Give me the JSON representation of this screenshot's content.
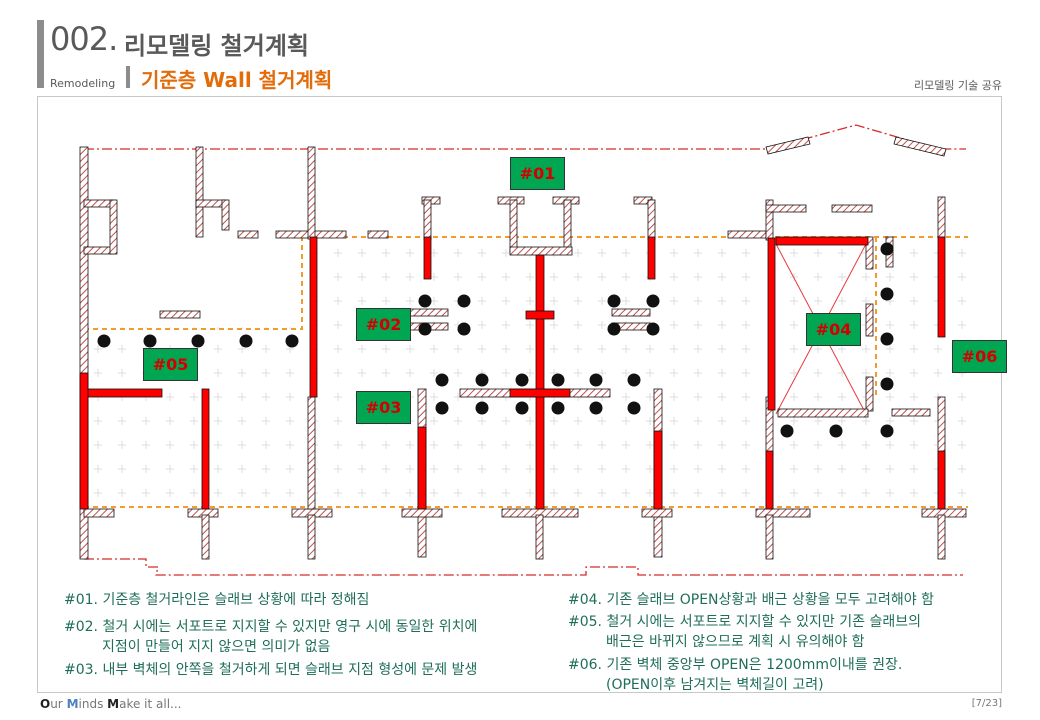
{
  "header": {
    "section_number": "002.",
    "section_title": "리모델링 철거계획",
    "english_label": "Remodeling",
    "subtitle": "기준층 Wall 철거계획",
    "top_right": "리모델링 기술 공유"
  },
  "tags": [
    "#01",
    "#02",
    "#03",
    "#04",
    "#05",
    "#06"
  ],
  "notes": {
    "n01": {
      "num": "#01.",
      "text": "기준층 철거라인은 슬래브 상황에 따라 정해짐"
    },
    "n02": {
      "num": "#02.",
      "text": "철거 시에는 서포트로 지지할 수 있지만 영구 시에 동일한 위치에",
      "cont": "지점이 만들어 지지 않으면 의미가 없음"
    },
    "n03": {
      "num": "#03.",
      "text": "내부 벽체의 안쪽을 철거하게 되면 슬래브 지점 형성에 문제 발생"
    },
    "n04": {
      "num": "#04.",
      "text": "기존 슬래브 OPEN상황과 배근 상황을 모두 고려해야 함"
    },
    "n05": {
      "num": "#05.",
      "text": "철거 시에는 서포트로 지지할 수 있지만 기존 슬래브의",
      "cont": "배근은 바뀌지 않으므로 계획 시 유의해야 함"
    },
    "n06": {
      "num": "#06.",
      "text": "기존 벽체 중앙부 OPEN은 1200mm이내를 권장.",
      "cont": "(OPEN이후 남겨지는 벽체길이 고려)"
    }
  },
  "footer": {
    "brand_o": "O",
    "brand_1": "ur ",
    "brand_m1": "M",
    "brand_2": "inds ",
    "brand_m2": "M",
    "brand_3": "ake it all...",
    "page": "[7/23]"
  },
  "colors": {
    "accent": "#e36c0a",
    "demolish": "#ff0000",
    "tag_bg": "#00a651",
    "note_text": "#1f6e5a",
    "hatch": "#c0504d"
  }
}
